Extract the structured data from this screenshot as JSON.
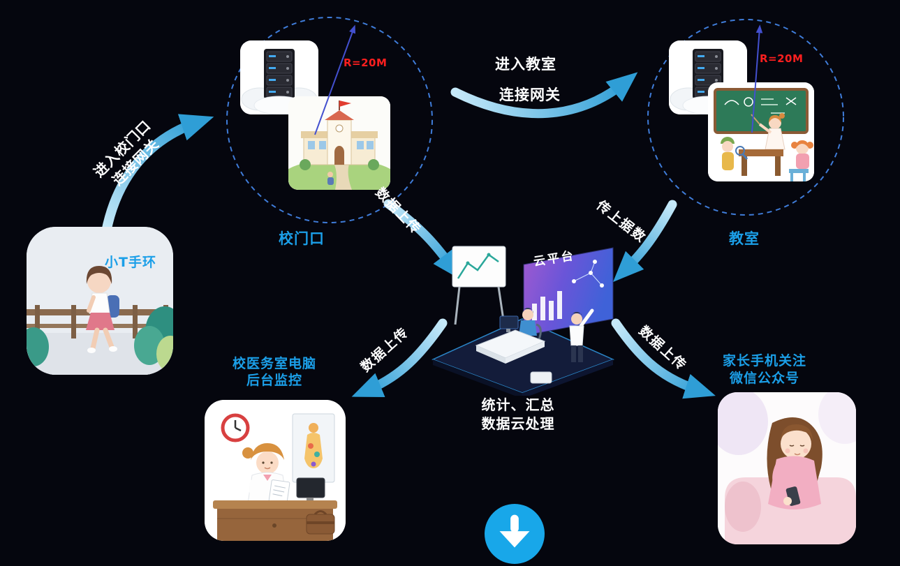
{
  "palette": {
    "background": "#05060e",
    "label_blue": "#1b9fe8",
    "radius_red": "#ff1f1f",
    "dashed_circle_blue": "#3f7cd9",
    "arrow_blue": "#2f9ed6",
    "button_blue": "#18a7e9"
  },
  "nodes": {
    "wristband": {
      "label": "小T手环"
    },
    "gate": {
      "label": "校门口",
      "radius": "R=20M"
    },
    "classroom": {
      "label": "教室",
      "radius": "R=20M"
    },
    "platform": {
      "screen_label": "云平台",
      "caption1": "统计、汇总",
      "caption2": "数据云处理"
    },
    "nurse": {
      "label1": "校医务室电脑",
      "label2": "后台监控"
    },
    "parent": {
      "label1": "家长手机关注",
      "label2": "微信公众号"
    }
  },
  "arrows": {
    "enter_gate": {
      "line1": "进入校门口",
      "line2": "连接网关"
    },
    "enter_classroom": {
      "line1": "进入教室",
      "line2": "连接网关"
    },
    "upload_gate": {
      "label": "数据上传"
    },
    "upload_classroom": {
      "label": "传上据数"
    },
    "upload_nurse": {
      "label": "数据上传"
    },
    "upload_parent": {
      "label": "数据上传"
    }
  }
}
